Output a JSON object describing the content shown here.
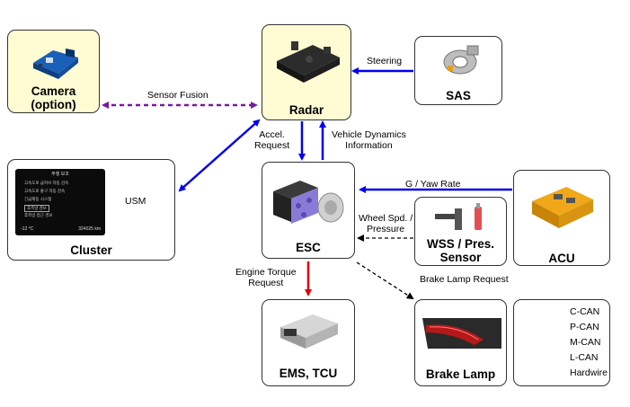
{
  "nodes": {
    "camera": "Camera\n(option)",
    "radar": "Radar",
    "sas": "SAS",
    "cluster": "Cluster",
    "esc": "ESC",
    "acu": "ACU",
    "wss": "WSS / Pres.\nSensor",
    "ems": "EMS, TCU",
    "brake_lamp": "Brake Lamp"
  },
  "signals": {
    "sensor_fusion": "Sensor Fusion",
    "steering": "Steering",
    "usm": "USM",
    "accel_request": "Accel.\nRequest",
    "vehicle_dynamics": "Vehicle Dynamics\nInformation",
    "g_yaw_rate": "G / Yaw Rate",
    "wheel_spd": "Wheel Spd. /\nPressure",
    "engine_torque": "Engine Torque\nRequest",
    "brake_lamp_request": "Brake Lamp Request"
  },
  "cluster_screen": {
    "header": "주행 보조",
    "rows": [
      "고속도로 급커브 자동 감속",
      "고속도로 출구 자동 감속",
      "긴급제동 시스템",
      "후측방 경보",
      "후측방 접근 경보"
    ],
    "footer_left": "-12 °C",
    "footer_right": "324025 km"
  },
  "legend": [
    {
      "label": "C-CAN",
      "color": "#0000ee",
      "style": "solid"
    },
    {
      "label": "P-CAN",
      "color": "#e00000",
      "style": "solid"
    },
    {
      "label": "M-CAN",
      "color": "#1f9a1f",
      "style": "solid"
    },
    {
      "label": "L-CAN",
      "color": "#7a1aa0",
      "style": "dashed"
    },
    {
      "label": "Hardwire",
      "color": "#000000",
      "style": "dashed"
    }
  ],
  "colors": {
    "c_can": "#0000ee",
    "p_can": "#e00000",
    "m_can": "#1f9a1f",
    "l_can": "#7a1aa0",
    "hardwire": "#000000",
    "highlight_fill": "#fffbd2"
  }
}
